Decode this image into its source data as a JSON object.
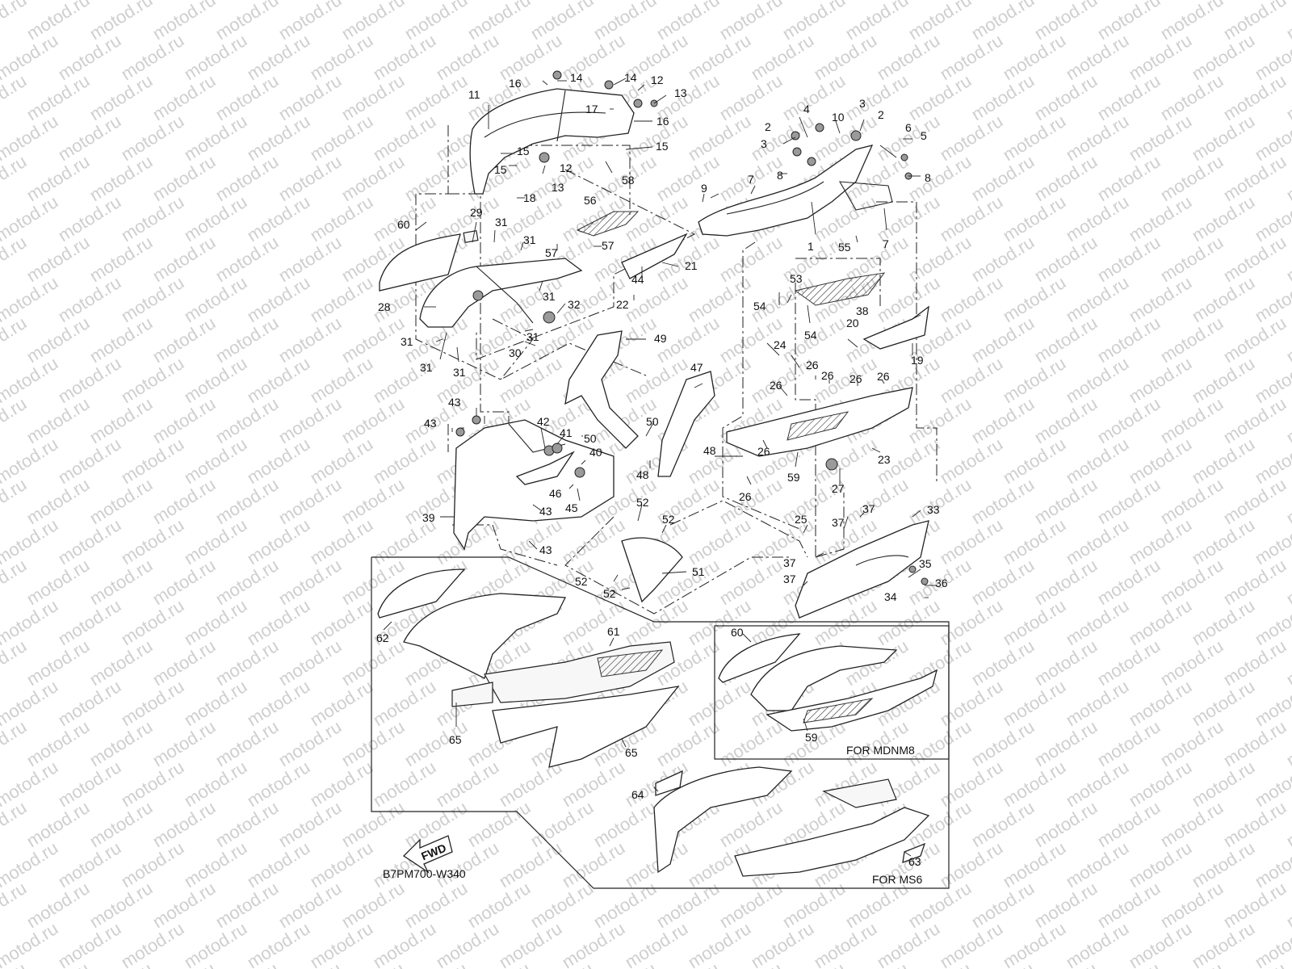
{
  "diagram": {
    "code": "B7PM700-W340",
    "fwd_label": "FWD",
    "notes": {
      "mdnm8": "FOR MDNM8",
      "ms6": "FOR MS6"
    },
    "watermark": "motod.ru",
    "callouts": [
      {
        "id": "c1",
        "text": "1"
      },
      {
        "id": "c2a",
        "text": "2"
      },
      {
        "id": "c2b",
        "text": "2"
      },
      {
        "id": "c3a",
        "text": "3"
      },
      {
        "id": "c3b",
        "text": "3"
      },
      {
        "id": "c4",
        "text": "4"
      },
      {
        "id": "c5",
        "text": "5"
      },
      {
        "id": "c6",
        "text": "6"
      },
      {
        "id": "c7a",
        "text": "7"
      },
      {
        "id": "c7b",
        "text": "7"
      },
      {
        "id": "c8a",
        "text": "8"
      },
      {
        "id": "c8b",
        "text": "8"
      },
      {
        "id": "c9",
        "text": "9"
      },
      {
        "id": "c10",
        "text": "10"
      },
      {
        "id": "c11",
        "text": "11"
      },
      {
        "id": "c12a",
        "text": "12"
      },
      {
        "id": "c12b",
        "text": "12"
      },
      {
        "id": "c13a",
        "text": "13"
      },
      {
        "id": "c13b",
        "text": "13"
      },
      {
        "id": "c14a",
        "text": "14"
      },
      {
        "id": "c14b",
        "text": "14"
      },
      {
        "id": "c15a",
        "text": "15"
      },
      {
        "id": "c15b",
        "text": "15"
      },
      {
        "id": "c15c",
        "text": "15"
      },
      {
        "id": "c16a",
        "text": "16"
      },
      {
        "id": "c16b",
        "text": "16"
      },
      {
        "id": "c17",
        "text": "17"
      },
      {
        "id": "c18",
        "text": "18"
      },
      {
        "id": "c19",
        "text": "19"
      },
      {
        "id": "c20",
        "text": "20"
      },
      {
        "id": "c21",
        "text": "21"
      },
      {
        "id": "c22",
        "text": "22"
      },
      {
        "id": "c23",
        "text": "23"
      },
      {
        "id": "c24",
        "text": "24"
      },
      {
        "id": "c25",
        "text": "25"
      },
      {
        "id": "c26a",
        "text": "26"
      },
      {
        "id": "c26b",
        "text": "26"
      },
      {
        "id": "c26c",
        "text": "26"
      },
      {
        "id": "c26d",
        "text": "26"
      },
      {
        "id": "c26e",
        "text": "26"
      },
      {
        "id": "c26f",
        "text": "26"
      },
      {
        "id": "c26g",
        "text": "26"
      },
      {
        "id": "c27",
        "text": "27"
      },
      {
        "id": "c28",
        "text": "28"
      },
      {
        "id": "c29",
        "text": "29"
      },
      {
        "id": "c30",
        "text": "30"
      },
      {
        "id": "c31a",
        "text": "31"
      },
      {
        "id": "c31b",
        "text": "31"
      },
      {
        "id": "c31c",
        "text": "31"
      },
      {
        "id": "c31d",
        "text": "31"
      },
      {
        "id": "c31e",
        "text": "31"
      },
      {
        "id": "c31f",
        "text": "31"
      },
      {
        "id": "c31g",
        "text": "31"
      },
      {
        "id": "c32",
        "text": "32"
      },
      {
        "id": "c33",
        "text": "33"
      },
      {
        "id": "c34",
        "text": "34"
      },
      {
        "id": "c35",
        "text": "35"
      },
      {
        "id": "c36",
        "text": "36"
      },
      {
        "id": "c37a",
        "text": "37"
      },
      {
        "id": "c37b",
        "text": "37"
      },
      {
        "id": "c37c",
        "text": "37"
      },
      {
        "id": "c37d",
        "text": "37"
      },
      {
        "id": "c38",
        "text": "38"
      },
      {
        "id": "c39",
        "text": "39"
      },
      {
        "id": "c40",
        "text": "40"
      },
      {
        "id": "c41",
        "text": "41"
      },
      {
        "id": "c42",
        "text": "42"
      },
      {
        "id": "c43a",
        "text": "43"
      },
      {
        "id": "c43b",
        "text": "43"
      },
      {
        "id": "c43c",
        "text": "43"
      },
      {
        "id": "c43d",
        "text": "43"
      },
      {
        "id": "c44",
        "text": "44"
      },
      {
        "id": "c45",
        "text": "45"
      },
      {
        "id": "c46",
        "text": "46"
      },
      {
        "id": "c47",
        "text": "47"
      },
      {
        "id": "c48a",
        "text": "48"
      },
      {
        "id": "c48b",
        "text": "48"
      },
      {
        "id": "c49",
        "text": "49"
      },
      {
        "id": "c50a",
        "text": "50"
      },
      {
        "id": "c50b",
        "text": "50"
      },
      {
        "id": "c51",
        "text": "51"
      },
      {
        "id": "c52a",
        "text": "52"
      },
      {
        "id": "c52b",
        "text": "52"
      },
      {
        "id": "c52c",
        "text": "52"
      },
      {
        "id": "c52d",
        "text": "52"
      },
      {
        "id": "c53",
        "text": "53"
      },
      {
        "id": "c54a",
        "text": "54"
      },
      {
        "id": "c54b",
        "text": "54"
      },
      {
        "id": "c55",
        "text": "55"
      },
      {
        "id": "c56",
        "text": "56"
      },
      {
        "id": "c57a",
        "text": "57"
      },
      {
        "id": "c57b",
        "text": "57"
      },
      {
        "id": "c58",
        "text": "58"
      },
      {
        "id": "c59a",
        "text": "59"
      },
      {
        "id": "c59b",
        "text": "59"
      },
      {
        "id": "c60a",
        "text": "60"
      },
      {
        "id": "c60b",
        "text": "60"
      },
      {
        "id": "c61",
        "text": "61"
      },
      {
        "id": "c62",
        "text": "62"
      },
      {
        "id": "c63",
        "text": "63"
      },
      {
        "id": "c64",
        "text": "64"
      },
      {
        "id": "c65a",
        "text": "65"
      },
      {
        "id": "c65b",
        "text": "65"
      }
    ]
  }
}
